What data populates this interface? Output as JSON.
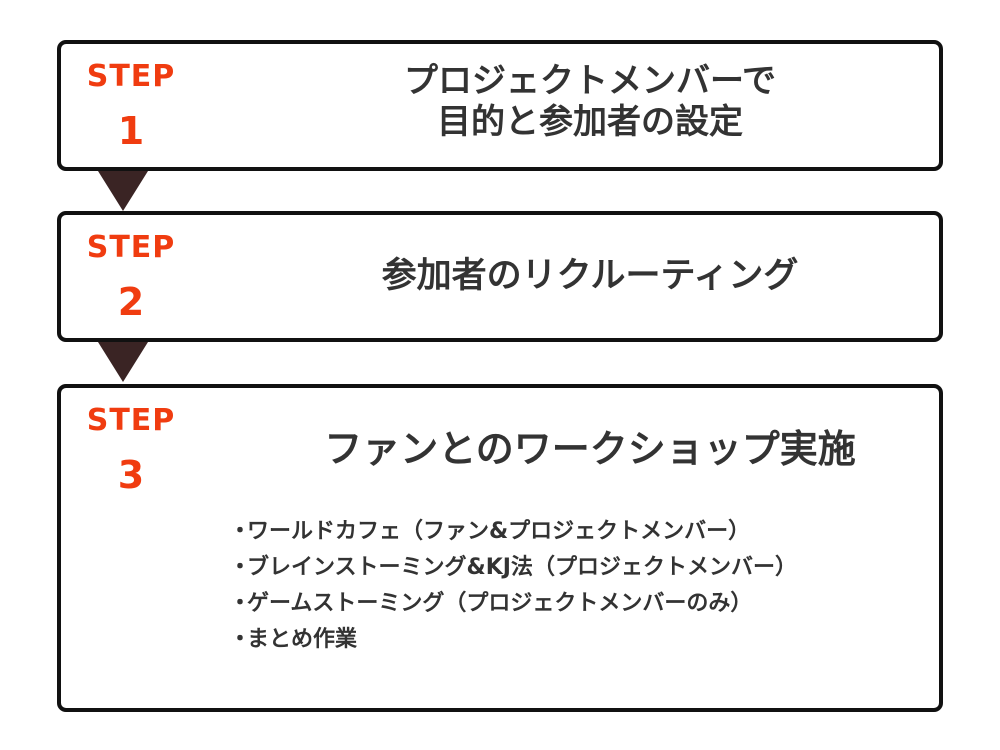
{
  "colors": {
    "step_label": "#f03c10",
    "title_text": "#333333",
    "box_border": "#111111",
    "arrow": "#3a2424"
  },
  "steps": [
    {
      "label": "STEP",
      "number": "1",
      "title_lines": [
        "プロジェクトメンバーで",
        "目的と参加者の設定"
      ]
    },
    {
      "label": "STEP",
      "number": "2",
      "title_lines": [
        "参加者のリクルーティング"
      ]
    },
    {
      "label": "STEP",
      "number": "3",
      "title_lines": [
        "ファンとのワークショップ実施"
      ],
      "bullet": "・",
      "items": [
        "ワールドカフェ（ファン&プロジェクトメンバー）",
        "ブレインストーミング&KJ法（プロジェクトメンバー）",
        "ゲームストーミング（プロジェクトメンバーのみ）",
        "まとめ作業"
      ]
    }
  ]
}
